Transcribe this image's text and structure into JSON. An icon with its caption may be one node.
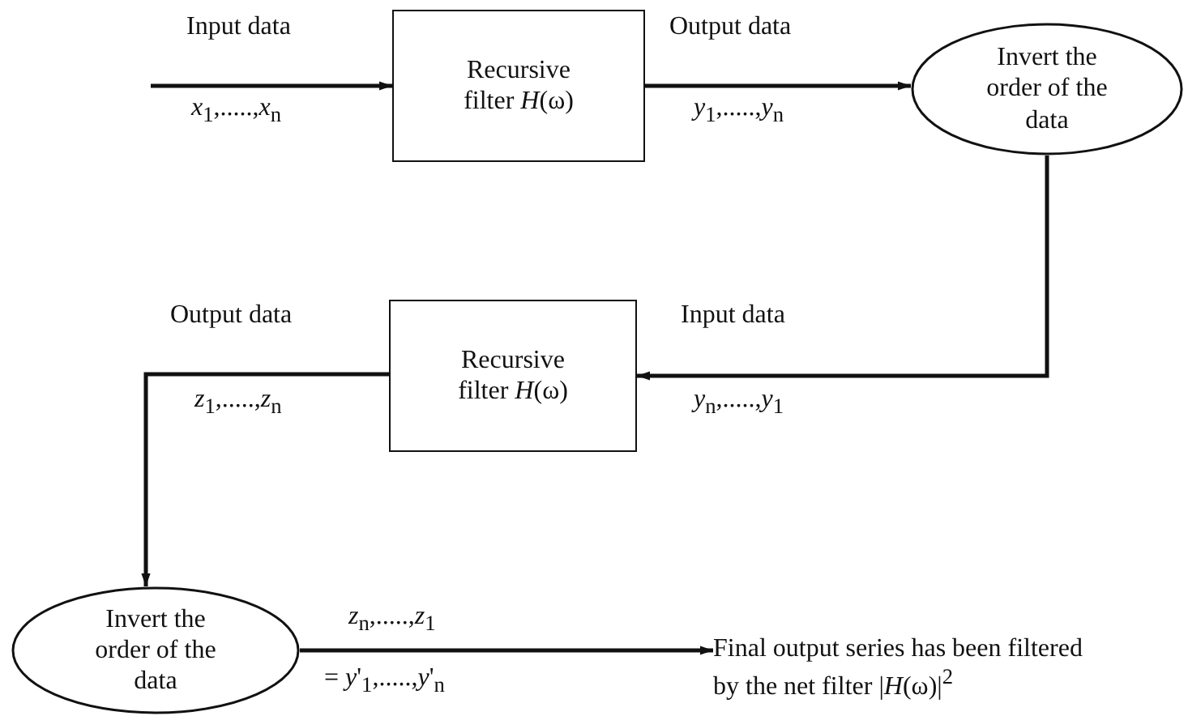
{
  "diagram": {
    "nodes": [
      {
        "text": [
          "Recursive filter *H*(ω)"
        ]
      },
      {
        "text": [
          "Invert the order of the data"
        ]
      },
      {
        "text": [
          "Recursive filter *H*(ω)"
        ]
      },
      {
        "text": [
          "Invert the order of the data"
        ]
      },
      {
        "text": [
          "Final output series has been filtered by the net filter |*H*(ω)|$^{2}$"
        ]
      }
    ],
    "edges": [
      {
        "from": null,
        "to": 0,
        "arrow": "to",
        "label": "Input data"
      },
      {
        "from": 0,
        "to": 1,
        "arrow": "to",
        "label": "Output data"
      },
      {
        "from": 1,
        "to": 2,
        "arrow": "to",
        "label": "Input data"
      },
      {
        "from": 2,
        "to": 3,
        "arrow": "to",
        "label": "Output data"
      },
      {
        "from": 3,
        "to": 4,
        "arrow": "to"
      }
    ],
    "labels": [
      "*x*$_{1}$,.....,*x*$_{n}$",
      "*y*$_{1}$,.....,*y*$_{n}$",
      "*z*$_{1}$,.....,*z*$_{n}$",
      "*y*$_{n}$,.....,*y*$_{1}$",
      "*z*$_{n}$,.....,*z*$_{1}$",
      "= *y*'$_{1}$,.....,*y*'$_{n}$"
    ]
  }
}
